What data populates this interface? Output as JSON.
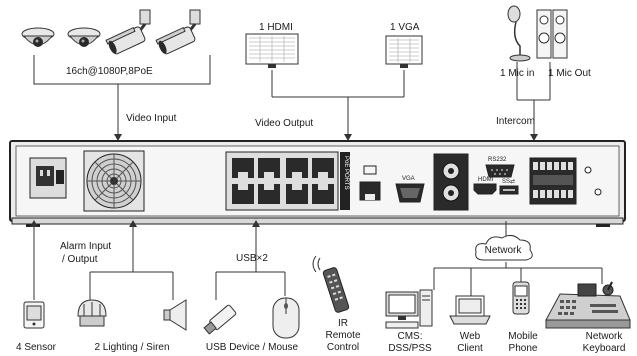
{
  "labels": {
    "cameras_spec": "16ch@1080P,8PoE",
    "video_input": "Video Input",
    "hdmi": "1 HDMI",
    "vga": "1 VGA",
    "video_output": "Video Output",
    "mic_in": "1 Mic in",
    "mic_out": "1 Mic Out",
    "intercom": "Intercom",
    "alarm_input_line1": "Alarm Input",
    "alarm_input_line2": "/ Output",
    "sensor": "4 Sensor",
    "lighting_siren": "2 Lighting / Siren",
    "usb_x2": "USB×2",
    "usb_device_mouse": "USB Device / Mouse",
    "ir_line1": "IR",
    "ir_line2": "Remote",
    "ir_line3": "Control",
    "network": "Network",
    "cms_line1": "CMS:",
    "cms_line2": "DSS/PSS",
    "web_line1": "Web",
    "web_line2": "Client",
    "mobile_line1": "Mobile",
    "mobile_line2": "Phone",
    "keyboard_line1": "Network",
    "keyboard_line2": "Keyboard"
  },
  "panel_labels": {
    "poe_ports": "PoE PORTS",
    "vga_port": "VGA",
    "hdmi_port": "HDMI",
    "rs232": "RS232",
    "usb_port": "SS⇄"
  },
  "colors": {
    "line": "#333333",
    "device_body": "#3a3a3a",
    "device_dark": "#1e1e1e",
    "panel_plate": "#f2f2f2"
  }
}
